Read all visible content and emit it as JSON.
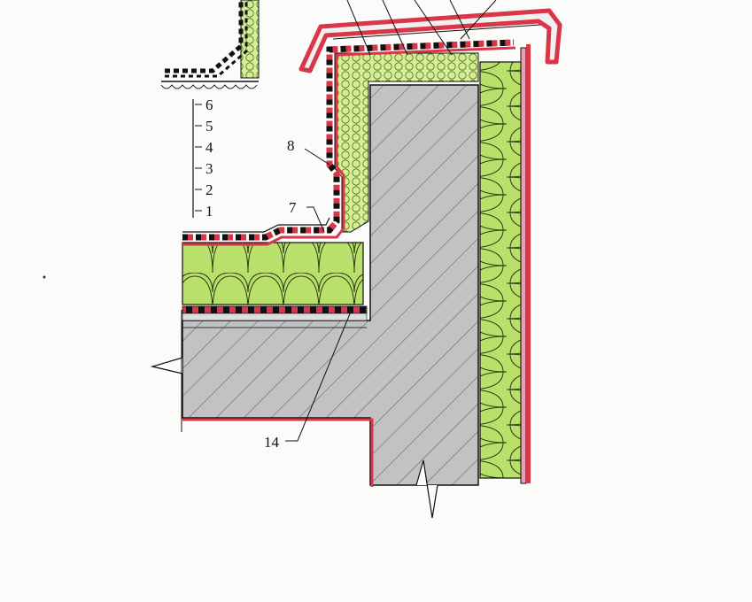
{
  "layer_legend": [
    "6",
    "5",
    "4",
    "3",
    "2",
    "1"
  ],
  "callouts": {
    "c7": "7",
    "c8": "8",
    "c14": "14"
  },
  "colors": {
    "insulation": "#b8e06a",
    "concrete": "#bdbdbd",
    "membrane_red": "#d9364a",
    "membrane_pink": "#e8a0b0",
    "line": "#111111"
  }
}
